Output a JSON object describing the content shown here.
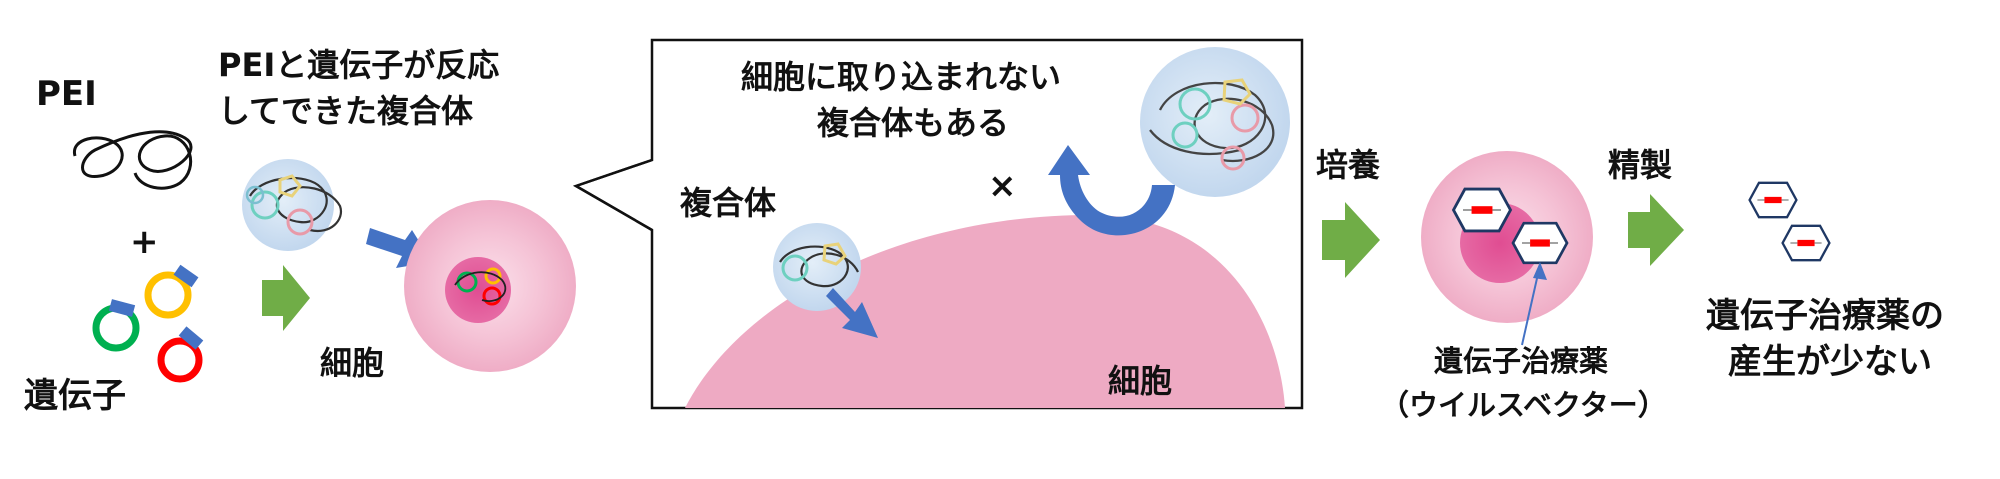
{
  "labels": {
    "pei": "PEI",
    "plus": "+",
    "gene": "遺伝子",
    "complex_title_line1": "PEIと遺伝子が反応",
    "complex_title_line2": "してできた複合体",
    "cell_left": "細胞",
    "callout_line1": "細胞に取り込まれない",
    "callout_line2": "複合体もある",
    "complex": "複合体",
    "cross": "×",
    "cell_inset": "細胞",
    "culture": "培養",
    "vector_line1": "遺伝子治療薬",
    "vector_line2": "（ウイルスベクター）",
    "purify": "精製",
    "result_line1": "遺伝子治療薬の",
    "result_line2": "産生が少ない"
  },
  "colors": {
    "arrow_green": "#70ad47",
    "arrow_blue": "#4472c4",
    "cell_pink": "#f2b8cc",
    "nucleus": "#e0569a",
    "inset_cell": "#eeaac3",
    "complex_bubble": "#cfe0f1",
    "vector_red": "#ff0000",
    "vector_outline": "#1f3864"
  },
  "icons": [
    "pei-strand-icon",
    "plasmid-icon",
    "complex-icon",
    "cell-icon",
    "virus-vector-icon",
    "arrow-icon",
    "curved-arrow-icon"
  ]
}
